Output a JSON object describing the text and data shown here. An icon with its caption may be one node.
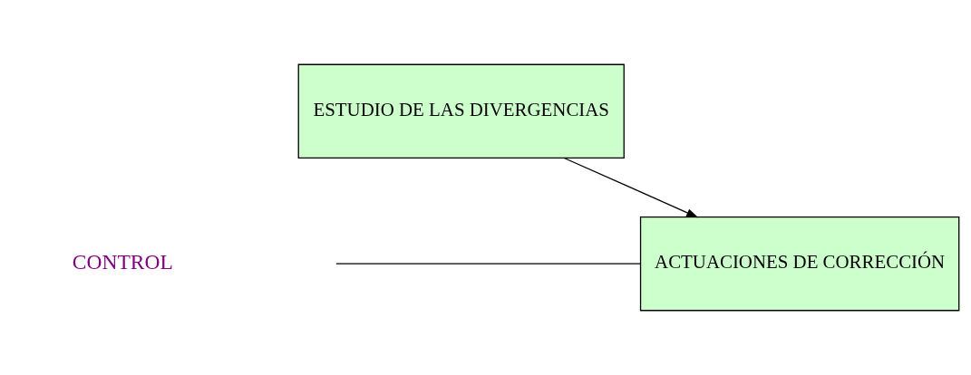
{
  "diagram": {
    "nodes": [
      {
        "text": [
          "ESTUDIO DE LAS DIVERGENCIAS"
        ]
      },
      {
        "text": [
          "ACTUACIONES DE CORRECCIÓN"
        ]
      }
    ],
    "edges": [
      {
        "from": 0,
        "to": 1,
        "arrow": "to"
      },
      {
        "from": null,
        "to": 1,
        "arrow": "none"
      }
    ],
    "labels": [
      "CONTROL"
    ]
  }
}
